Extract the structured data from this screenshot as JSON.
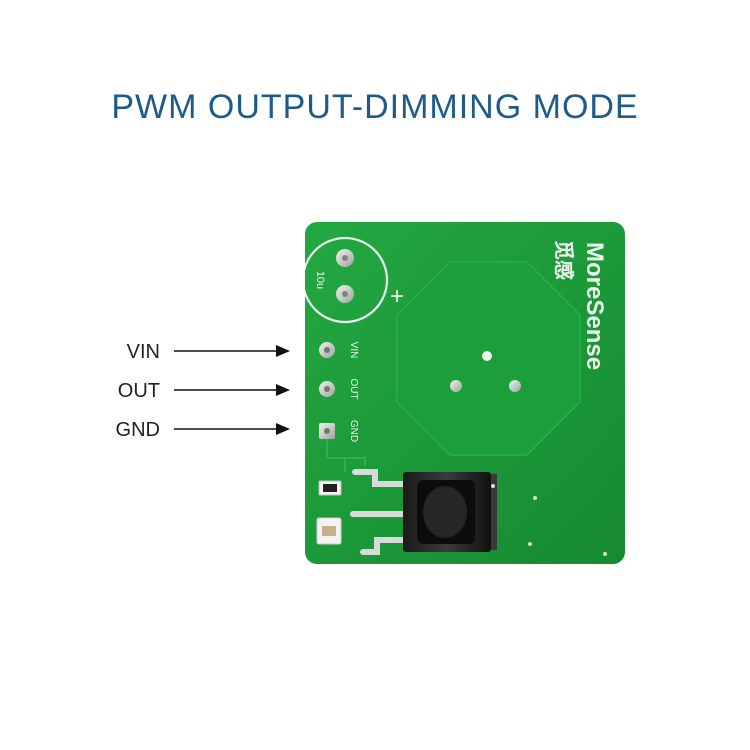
{
  "title": "PWM OUTPUT-DIMMING MODE",
  "pins": [
    {
      "label": "VIN",
      "silk": "VIN"
    },
    {
      "label": "OUT",
      "silk": "OUT"
    },
    {
      "label": "GND",
      "silk": "GND"
    }
  ],
  "board": {
    "brand": "MoreSense",
    "brand_cn": "觅感",
    "cap_marking": "10u",
    "polarity": "+",
    "colors": {
      "pcb": "#1f9a3a",
      "pcb_dark": "#178a31",
      "silk": "#e9f5ea",
      "pad": "#cfd6cf"
    }
  }
}
